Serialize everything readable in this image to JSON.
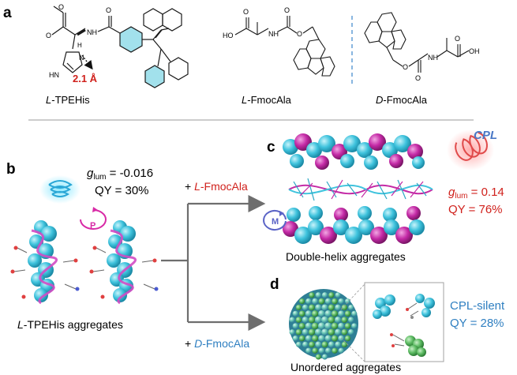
{
  "panels": {
    "a": "a",
    "b": "b",
    "c": "c",
    "d": "d"
  },
  "top": {
    "distance_label": "2.1 Å",
    "tpehis_label": {
      "prefix": "L",
      "rest": "-TPEHis"
    },
    "l_fmoc_label": {
      "prefix": "L",
      "rest": "-FmocAla"
    },
    "d_fmoc_label": {
      "prefix": "D",
      "rest": "-FmocAla"
    },
    "chem": {
      "NH": "NH",
      "N": "N",
      "HN": "HN",
      "O": "O",
      "H": "H",
      "HO": "HO",
      "OH": "OH"
    }
  },
  "b": {
    "glum_symbol": "g",
    "glum_sub": "lum",
    "glum_value": " = -0.016",
    "qy": "QY = 30%",
    "helix_label": "P",
    "caption": {
      "prefix": "L",
      "rest": "-TPEHis aggregates"
    }
  },
  "arrows": {
    "top_label": {
      "plus": "+ ",
      "prefix": "L",
      "rest": "-FmocAla"
    },
    "bottom_label": {
      "plus": "+ ",
      "prefix": "D",
      "rest": "-FmocAla"
    }
  },
  "c": {
    "cpl": "CPL",
    "helix_label": "M",
    "glum_symbol": "g",
    "glum_sub": "lum",
    "glum_value": " = 0.14",
    "qy": "QY = 76%",
    "caption": "Double-helix aggregates"
  },
  "d": {
    "status": "CPL-silent",
    "qy": "QY = 28%",
    "caption": "Unordered aggregates"
  },
  "colors": {
    "red": "#d0211c",
    "blue_text": "#2f7fc1",
    "cyan": "#3fc3dd",
    "magenta": "#c42aa6",
    "green": "#5dbb63",
    "arrow": "#6e6e6e"
  }
}
